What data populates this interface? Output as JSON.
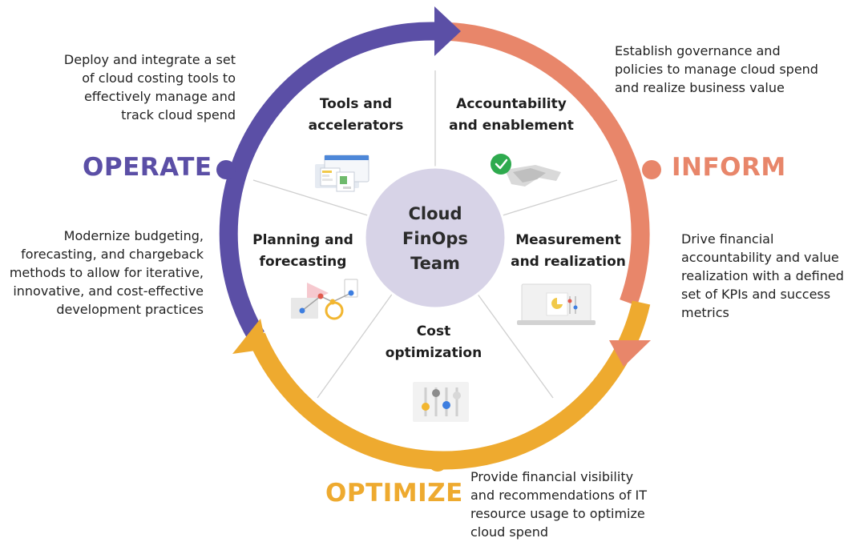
{
  "center": {
    "line1": "Cloud",
    "line2": "FinOps",
    "line3": "Team"
  },
  "phases": {
    "operate": {
      "label": "OPERATE",
      "color": "#5b4fa6"
    },
    "inform": {
      "label": "INFORM",
      "color": "#e8866a"
    },
    "optimize": {
      "label": "OPTIMIZE",
      "color": "#eeaa2f"
    }
  },
  "segments": {
    "tools": {
      "line1": "Tools and",
      "line2": "accelerators",
      "icon": "dashboard-icon"
    },
    "accountability": {
      "line1": "Accountability",
      "line2": "and enablement",
      "icon": "handshake-icon"
    },
    "measurement": {
      "line1": "Measurement",
      "line2": "and realization",
      "icon": "report-icon"
    },
    "cost": {
      "line1": "Cost",
      "line2": "optimization",
      "icon": "sliders-icon"
    },
    "planning": {
      "line1": "Planning and",
      "line2": "forecasting",
      "icon": "trend-chart-icon"
    }
  },
  "descriptions": {
    "operate_top": [
      "Deploy and integrate a set",
      "of cloud costing tools to",
      "effectively manage and",
      "track cloud spend"
    ],
    "operate_bottom": [
      "Modernize budgeting,",
      "forecasting, and chargeback",
      "methods to allow for iterative,",
      "innovative, and cost-effective",
      "development practices"
    ],
    "inform_top": [
      "Establish governance and",
      "policies to manage cloud spend",
      "and realize business value"
    ],
    "inform_bottom": [
      "Drive financial",
      "accountability and value",
      "realization with a defined",
      "set of KPIs and success",
      "metrics"
    ],
    "optimize": [
      "Provide financial visibility",
      "and recommendations of IT",
      "resource usage to optimize",
      "cloud spend"
    ]
  }
}
